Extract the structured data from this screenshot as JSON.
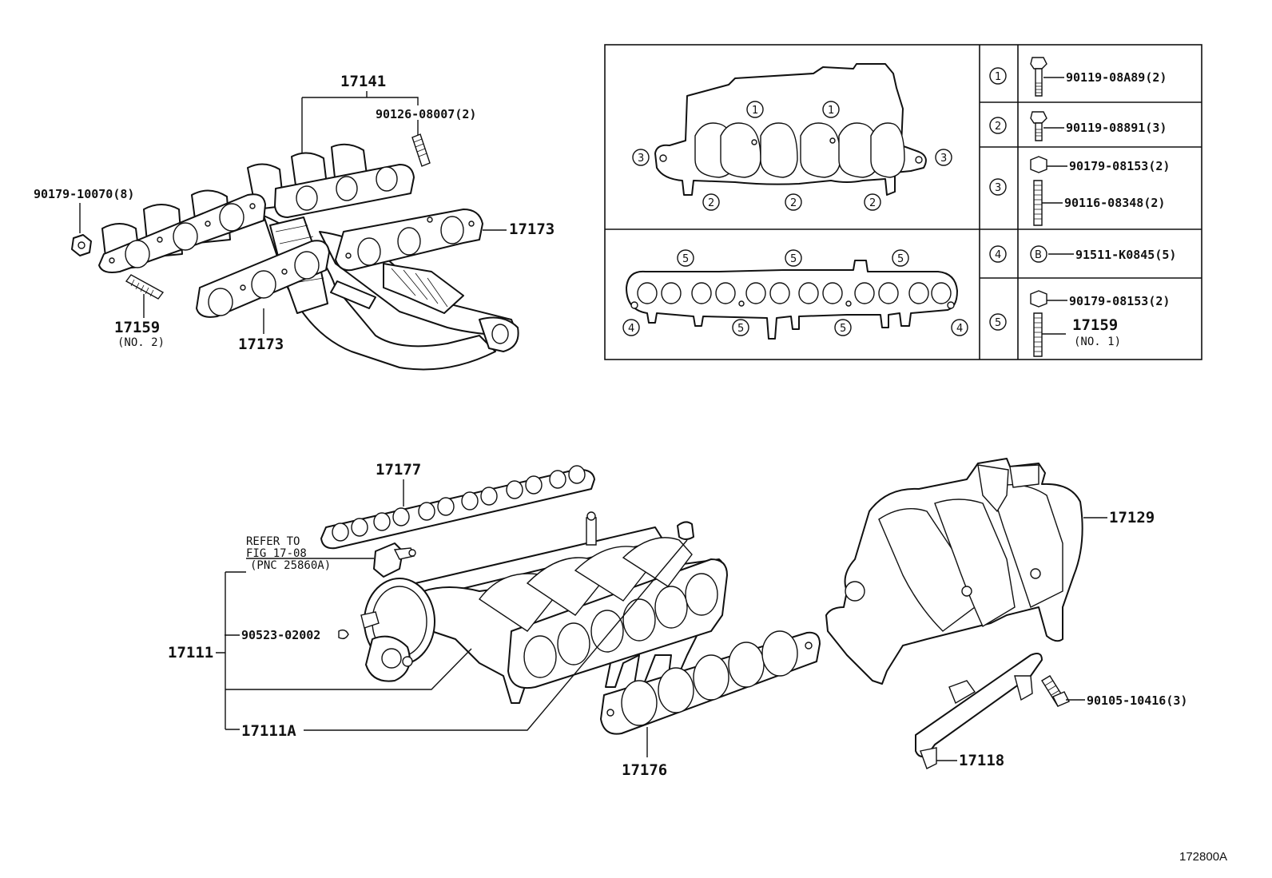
{
  "figure_id": "172800A",
  "exhaust": {
    "part_17141": "17141",
    "stud_90126": "90126-08007(2)",
    "nut_90179_10070": "90179-10070(8)",
    "gasket_17173_right": "17173",
    "gasket_17173_lower": "17173",
    "stud_17159": "17159",
    "stud_17159_note": "(NO. 2)"
  },
  "inset": {
    "upper_markers": [
      "1",
      "1",
      "3",
      "3",
      "2",
      "2",
      "2"
    ],
    "lower_markers": [
      "5",
      "5",
      "5",
      "4",
      "5",
      "5",
      "4"
    ],
    "legend": [
      {
        "num": "1",
        "parts": [
          "90119-08A89(2)"
        ]
      },
      {
        "num": "2",
        "parts": [
          "90119-08891(3)"
        ]
      },
      {
        "num": "3",
        "parts": [
          "90179-08153(2)",
          "90116-08348(2)"
        ]
      },
      {
        "num": "4",
        "marker": "B",
        "parts": [
          "91511-K0845(5)"
        ]
      },
      {
        "num": "5",
        "parts": [
          "90179-08153(2)",
          "17159"
        ],
        "note": "(NO. 1)"
      }
    ]
  },
  "intake": {
    "gasket_17177": "17177",
    "refer_line1": "REFER TO",
    "refer_line2": "FIG 17-08",
    "refer_line3": "(PNC 25860A)",
    "part_90523": "90523-02002",
    "part_17111": "17111",
    "part_17111A": "17111A",
    "gasket_17176": "17176",
    "part_17129": "17129",
    "bolt_90105": "90105-10416(3)",
    "stay_17118": "17118"
  }
}
